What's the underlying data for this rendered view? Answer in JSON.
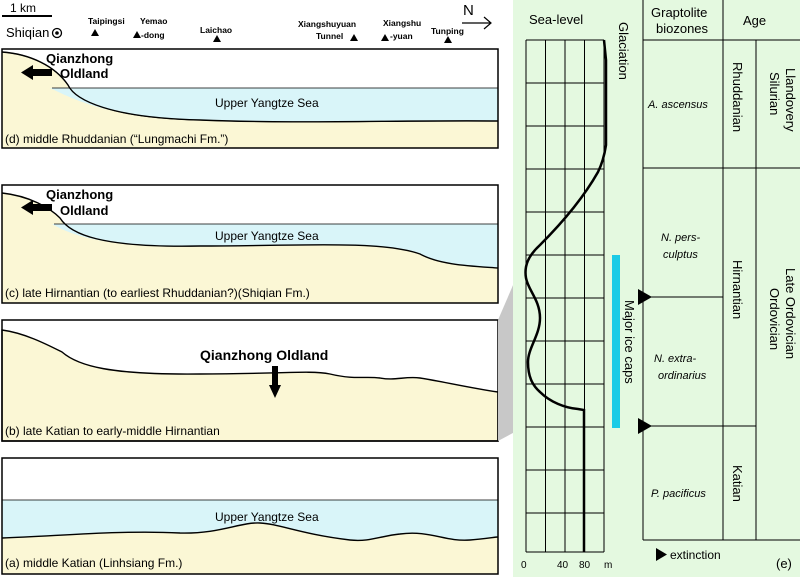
{
  "scale_bar": {
    "label": "1 km"
  },
  "north_label": "N",
  "localities": [
    {
      "name": "Shiqian",
      "lines": [
        "Shiqian"
      ]
    },
    {
      "name": "Taipingsi",
      "lines": [
        "Taipingsi"
      ]
    },
    {
      "name": "Yemao-dong",
      "lines": [
        "Yemao",
        "-dong"
      ]
    },
    {
      "name": "Laichao",
      "lines": [
        "Laichao"
      ]
    },
    {
      "name": "Xiangshuyuan Tunnel",
      "lines": [
        "Xiangshuyuan",
        "Tunnel"
      ]
    },
    {
      "name": "Xiangshu-yuan",
      "lines": [
        "Xiangshu",
        "-yuan"
      ]
    },
    {
      "name": "Tunping",
      "lines": [
        "Tunping"
      ]
    }
  ],
  "panels": [
    {
      "id": "d",
      "caption": "(d) middle Rhuddanian (“Lungmachi Fm.”)",
      "land_label": [
        "Qianzhong",
        "Oldland"
      ],
      "sea_label": "Upper Yangtze Sea"
    },
    {
      "id": "c",
      "caption": "(c) late Hirnantian (to earliest Rhuddanian?)(Shiqian Fm.)",
      "land_label": [
        "Qianzhong",
        "Oldland"
      ],
      "sea_label": "Upper Yangtze Sea"
    },
    {
      "id": "b",
      "caption": "(b) late Katian to early-middle Hirnantian",
      "land_label": [
        "Qianzhong Oldland"
      ],
      "sea_label": ""
    },
    {
      "id": "a",
      "caption": "(a) middle Katian (Linhsiang Fm.)",
      "land_label": [],
      "sea_label": "Upper Yangtze Sea"
    }
  ],
  "columns": {
    "sea_level": "Sea-level",
    "glaciation": "Glaciation",
    "biozones": [
      "Graptolite",
      "biozones"
    ],
    "age": "Age"
  },
  "sea_level_axis": {
    "ticks": [
      "0",
      "40",
      "80"
    ],
    "unit": "m"
  },
  "glaciation_label": "Major ice caps",
  "biozones": [
    {
      "lines": [
        "A. ascensus"
      ]
    },
    {
      "lines": [
        "N. pers-",
        "culptus"
      ]
    },
    {
      "lines": [
        "N. extra-",
        "ordinarius"
      ]
    },
    {
      "lines": [
        "P. pacificus"
      ]
    }
  ],
  "stages": [
    "Rhuddanian",
    "Hirnantian",
    "Katian"
  ],
  "series": [
    {
      "lines": [
        "Silurian",
        "Llandovery"
      ]
    },
    {
      "lines": [
        "Ordovician",
        "Late Ordovician"
      ]
    }
  ],
  "legend": {
    "extinction": "extinction"
  },
  "figure_letter": "(e)",
  "colors": {
    "land": "#fbf7d5",
    "sea": "#d9f5f9",
    "column_bg": "#e4f9e0",
    "ice": "#1ccbe6",
    "fold": "#c8c8c8"
  }
}
